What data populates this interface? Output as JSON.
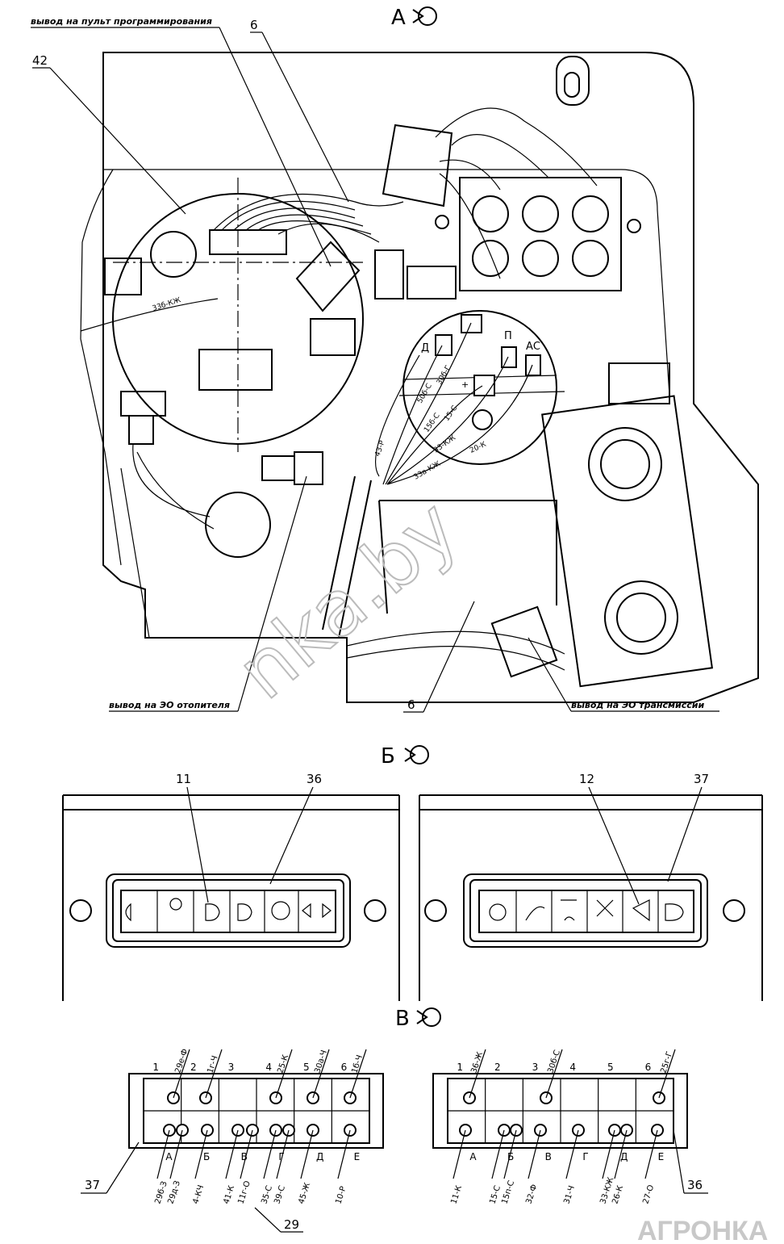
{
  "views": {
    "a": {
      "letter": "А",
      "rotation_icon": "rotate-arrow-icon"
    },
    "b": {
      "letter": "Б",
      "rotation_icon": "rotate-arrow-icon"
    },
    "v": {
      "letter": "В",
      "rotation_icon": "rotate-arrow-icon"
    }
  },
  "view_a": {
    "label_programming": "вывод на пульт программирования",
    "label_heater": "вывод на ЭО отопителя",
    "label_transmission": "вывод на ЭО трансмиссии",
    "pos_6_top": "6",
    "pos_42": "42",
    "pos_6_bottom": "6",
    "wire_338": "33б-КЖ",
    "sensor_labels": [
      "Д",
      "П",
      "АС",
      "+"
    ],
    "wires": [
      "50б-С",
      "30б-Г",
      "15б-С",
      "15-С",
      "33-КЖ",
      "20-К",
      "33а-КЖ",
      "43-Р"
    ]
  },
  "view_b": {
    "pos_11": "11",
    "pos_36": "36",
    "pos_12": "12",
    "pos_37": "37"
  },
  "view_v": {
    "left": {
      "top_numbers": [
        "1",
        "2",
        "3",
        "4",
        "5",
        "6"
      ],
      "top_wires": [
        "29е-Ф",
        "1г-Ч",
        "25-К",
        "30а-Ч",
        "1б-Ч"
      ],
      "bottom_letters": [
        "А",
        "Б",
        "В",
        "Г",
        "Д",
        "Е"
      ],
      "bottom_wires": [
        "29б-З",
        "29д-З",
        "4-КЧ",
        "41-К",
        "11г-О",
        "35-С",
        "39-С",
        "45-Ж",
        "10-Р"
      ]
    },
    "right": {
      "top_numbers": [
        "1",
        "2",
        "3",
        "4",
        "5",
        "6"
      ],
      "top_wires": [
        "36-Ж",
        "30б-С",
        "25г-Г"
      ],
      "bottom_letters": [
        "А",
        "Б",
        "В",
        "Г",
        "Д",
        "Е"
      ],
      "bottom_wires": [
        "11-К",
        "15-С",
        "15п-С",
        "32-Ф",
        "31-Ч",
        "33-КЖ",
        "26-К",
        "27-О"
      ]
    },
    "pos_37": "37",
    "pos_29": "29",
    "pos_36": "36"
  },
  "watermark": "nka.by",
  "logo": "АГРОНКА"
}
